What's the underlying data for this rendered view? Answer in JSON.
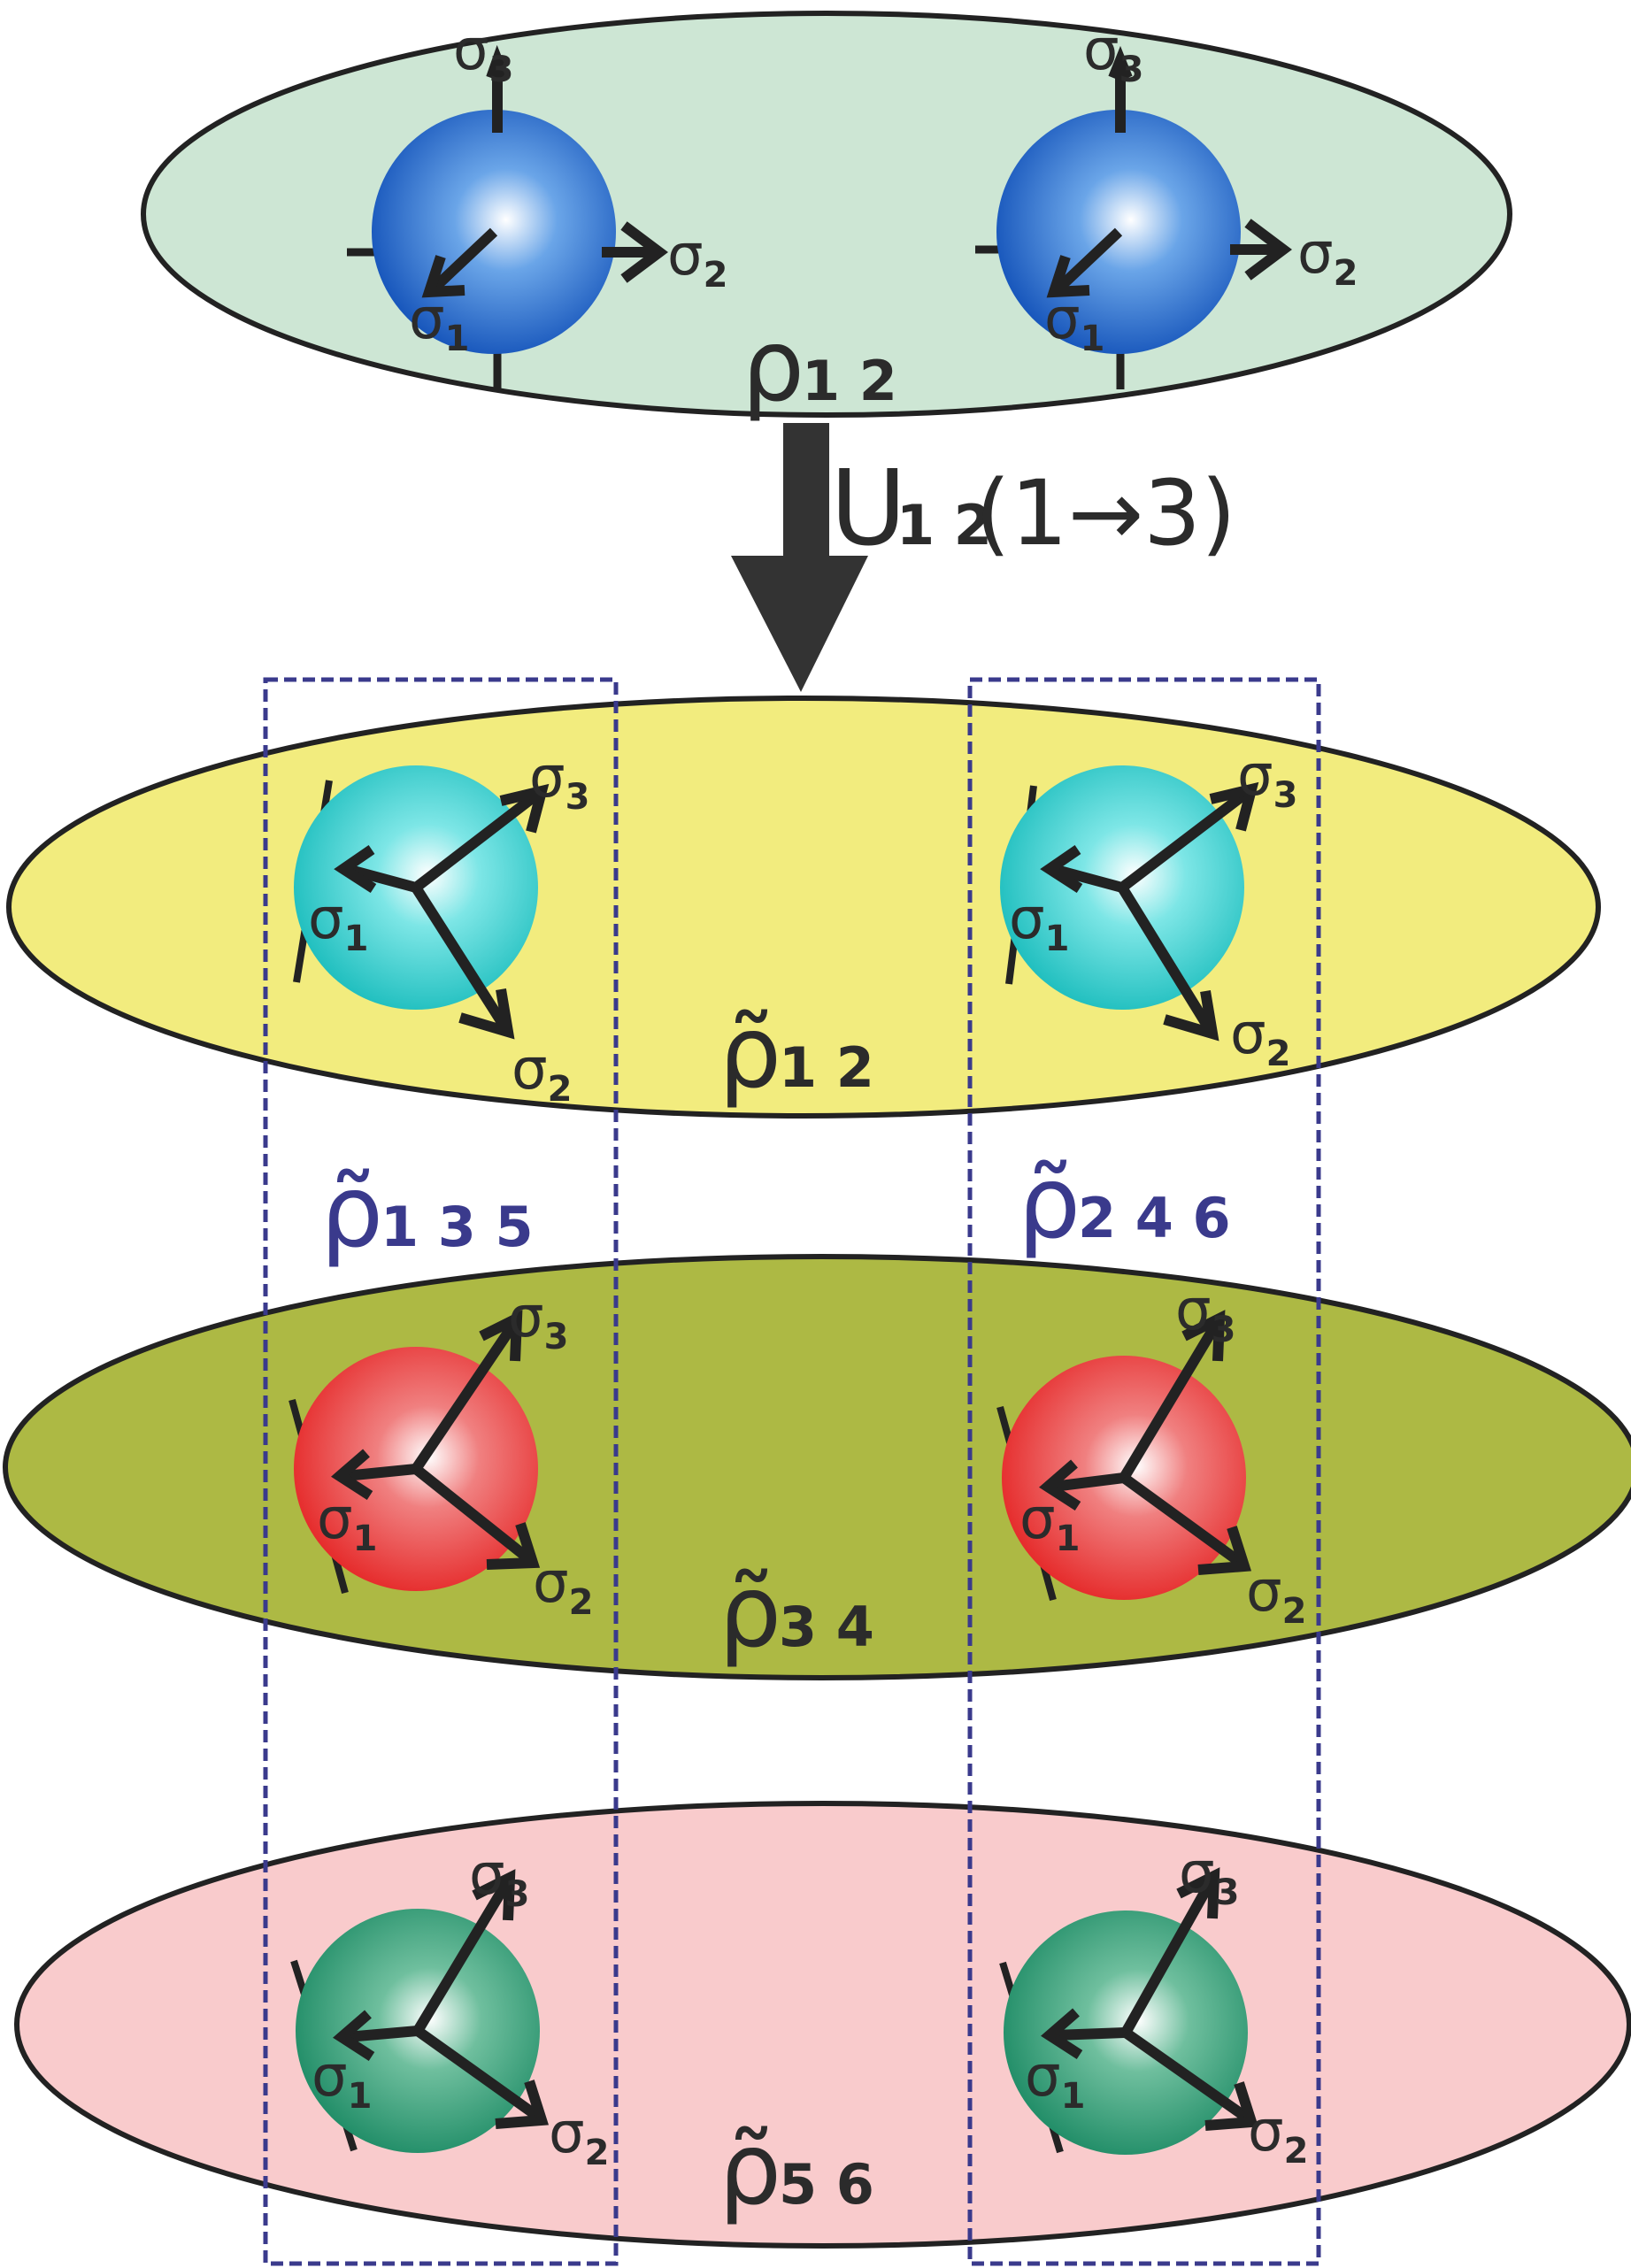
{
  "operator": {
    "base": "U",
    "sub": "1 2",
    "arg": "(1→3)"
  },
  "initial_state": {
    "rho": "ρ",
    "sub": "1 2",
    "color": "#cde6d4",
    "sphere_color": "#1565c0"
  },
  "layers": [
    {
      "rho": "ρ̃",
      "sub": "1 2",
      "color": "#f2ec7e",
      "sphere_color": "#22c4c4"
    },
    {
      "rho": "ρ̃",
      "sub": "3 4",
      "color": "#adb944",
      "sphere_color": "#e53030"
    },
    {
      "rho": "ρ̃",
      "sub": "5 6",
      "color": "#f9cbcc",
      "sphere_color": "#23906a"
    }
  ],
  "groups": [
    {
      "rho": "ρ̃",
      "sub": "1 3 5"
    },
    {
      "rho": "ρ̃",
      "sub": "2 4 6"
    }
  ],
  "axis_labels": {
    "s1": {
      "sym": "σ",
      "sub": "1"
    },
    "s2": {
      "sym": "σ",
      "sub": "2"
    },
    "s3": {
      "sym": "σ",
      "sub": "3"
    }
  },
  "group_box_color": "#3a3a8c"
}
